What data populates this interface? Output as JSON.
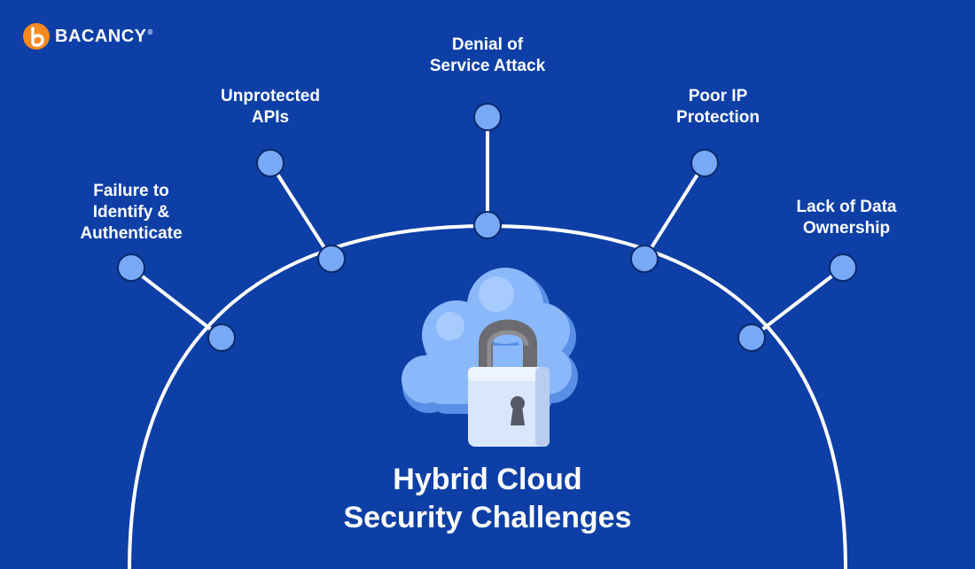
{
  "brand": {
    "name": "BACANCY",
    "reg_mark": "®",
    "colors": {
      "logo_orange": "#f6891f",
      "background": "#0d3fa6"
    }
  },
  "title_lines": [
    "Hybrid Cloud",
    "Security Challenges"
  ],
  "center_icon": "cloud-lock-icon",
  "colors": {
    "node_fill": "#78a9f7",
    "node_stroke": "#0a2a6b",
    "line": "#ffffff",
    "text": "#ffffff"
  },
  "challenges": [
    {
      "id": "failure-to-identify",
      "label": "Failure to\nIdentify &\nAuthenticate"
    },
    {
      "id": "unprotected-apis",
      "label": "Unprotected\nAPIs"
    },
    {
      "id": "denial-of-service",
      "label": "Denial of\nService Attack"
    },
    {
      "id": "poor-ip-protection",
      "label": "Poor IP\nProtection"
    },
    {
      "id": "lack-of-data-ownership",
      "label": "Lack of Data\nOwnership"
    }
  ]
}
